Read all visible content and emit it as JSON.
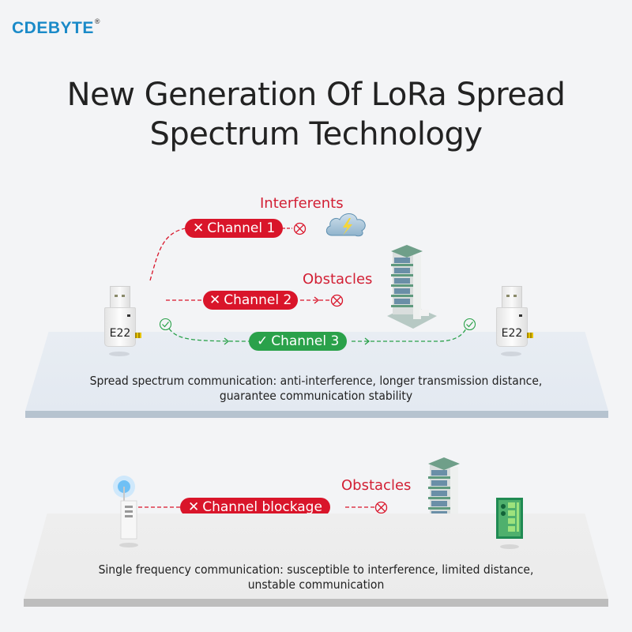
{
  "brand": {
    "name": "CDEBYTE",
    "mark": "®",
    "color": "#1a8ac8"
  },
  "title": {
    "line1": "New Generation Of LoRa Spread",
    "line2": "Spectrum Technology"
  },
  "spread_section": {
    "channels": [
      {
        "label": "Channel 1",
        "status": "blocked",
        "mark": "✕",
        "color": "#d9152a",
        "reason": "Interferents"
      },
      {
        "label": "Channel 2",
        "status": "blocked",
        "mark": "✕",
        "color": "#d9152a",
        "reason": "Obstacles"
      },
      {
        "label": "Channel 3",
        "status": "ok",
        "mark": "✓",
        "color": "#2aa14a"
      }
    ],
    "devices": [
      {
        "label": "E22"
      },
      {
        "label": "E22"
      }
    ],
    "caption": {
      "line1": "Spread spectrum communication: anti-interference, longer transmission distance,",
      "line2": "guarantee communication stability"
    }
  },
  "single_section": {
    "channel": {
      "label": "Channel blockage",
      "mark": "✕",
      "color": "#d9152a",
      "reason": "Obstacles"
    },
    "caption": {
      "line1": "Single frequency communication: susceptible to interference, limited distance,",
      "line2": "unstable communication"
    }
  },
  "icons": {
    "blocked": "circle-x-icon",
    "ok": "circle-check-icon",
    "interferent": "storm-cloud-icon",
    "obstacle": "building-icon",
    "transmitter": "wifi-router-icon",
    "receiver": "circuit-board-icon"
  }
}
